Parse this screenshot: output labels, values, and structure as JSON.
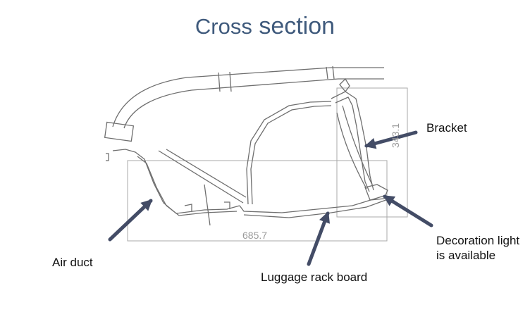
{
  "title": {
    "word1": "Cross",
    "word2": "section"
  },
  "labels": {
    "bracket": "Bracket",
    "air_duct": "Air duct",
    "luggage_rack_board": "Luggage rack board",
    "decoration_light_line1": "Decoration light",
    "decoration_light_line2": "is available"
  },
  "dimensions": {
    "width": "685.7",
    "height": "343.1"
  },
  "colors": {
    "title": "#3f5a7c",
    "arrow": "#434c66",
    "drawing": "#707070"
  }
}
